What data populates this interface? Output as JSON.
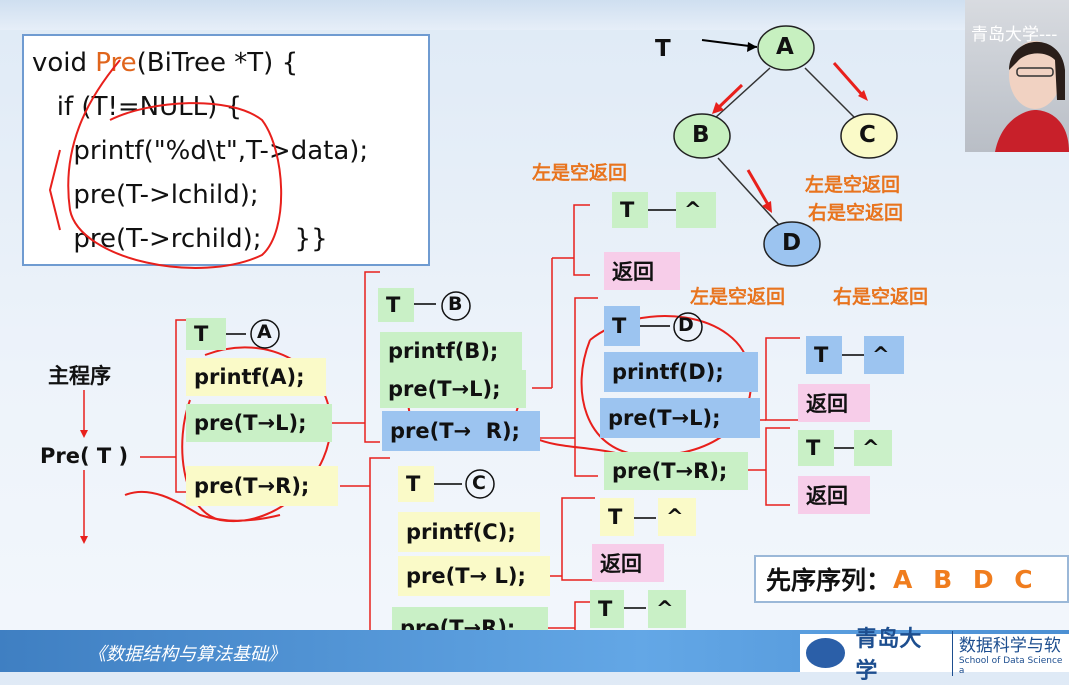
{
  "code": {
    "lines": [
      "void Pre(BiTree *T) {",
      "   if (T!=NULL) {",
      "     printf(\"%d\\t\",T->data);",
      "     pre(T->lchild);",
      "     pre(T->rchild);    }}"
    ]
  },
  "tree": {
    "pointer": "T",
    "nodes": [
      "A",
      "B",
      "C",
      "D"
    ]
  },
  "annotations": {
    "left_empty_return": "左是空返回",
    "right_empty_return": "右是空返回"
  },
  "main": {
    "label": "主程序",
    "call": "Pre( T )"
  },
  "calls": {
    "ptr_A": "T",
    "node_A": "A",
    "printf_A": "printf(A);",
    "preL_A": "pre(T→L);",
    "preR_A": "pre(T→R);",
    "ptr_B": "T",
    "node_B": "B",
    "printf_B": "printf(B);",
    "preL_B": "pre(T→L);",
    "preR_B": "pre(T→  R);",
    "ptr_C": "T",
    "node_C": "C",
    "printf_C": "printf(C);",
    "preL_C": "pre(T→ L);",
    "preR_C": "pre(T→R);",
    "ptr_D": "T",
    "node_D": "D",
    "printf_D": "printf(D);",
    "preL_D": "pre(T→L);",
    "preR_D": "pre(T→R);",
    "null_ptr": "T",
    "null_sym": "^",
    "return": "返回"
  },
  "sequence": {
    "label": "先序序列：",
    "values": "A B D C"
  },
  "footer": {
    "course": "《数据结构与算法基础》",
    "university": "青岛大学",
    "department": "数据科学与软",
    "department_en": "School of Data Science a"
  },
  "webcam": {
    "title": "青岛大学---"
  },
  "colors": {
    "green": "#c9f0c6",
    "yellow": "#fafac8",
    "blue": "#9cc4f0",
    "pink": "#f7cde9",
    "orange": "#e8741e",
    "node_green": "#c7f0c0",
    "node_yellow": "#fafac8",
    "node_blue": "#9cc4f0",
    "annotation_red": "#e8201c"
  }
}
